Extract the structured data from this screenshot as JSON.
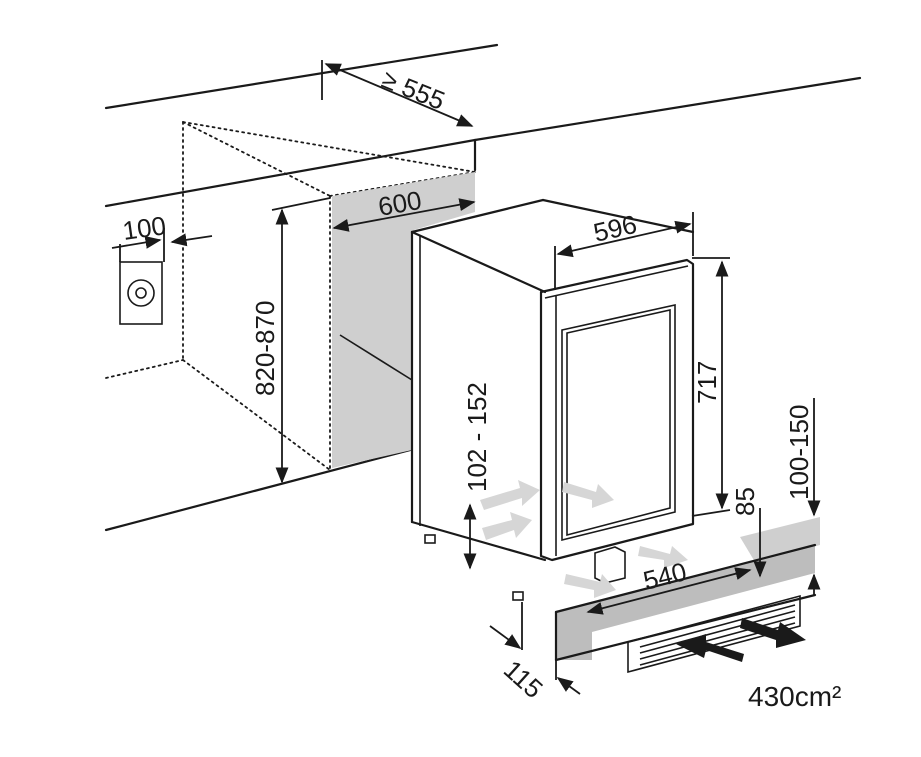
{
  "dimensions": {
    "niche_depth": "≥ 555",
    "niche_width": "600",
    "socket_offset": "100",
    "niche_height": "820-870",
    "device_width": "596",
    "door_height": "717",
    "plinth_range": "102 - 152",
    "plinth_height_range": "100-150",
    "plinth_gap": "85",
    "plinth_depth": "540",
    "plinth_offset": "115",
    "ventilation_area": "430cm²"
  }
}
